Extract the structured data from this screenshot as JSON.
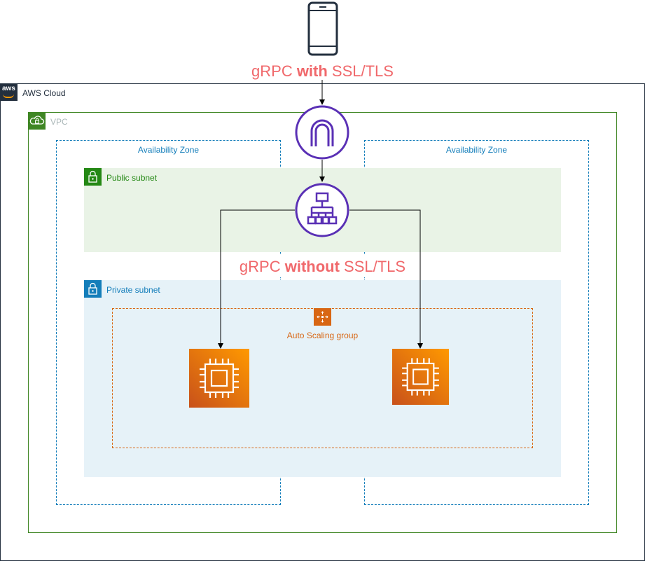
{
  "aws_cloud": {
    "label": "AWS Cloud",
    "logo_text": "aws"
  },
  "vpc": {
    "label": "VPC"
  },
  "availability_zones": [
    {
      "label": "Availability Zone"
    },
    {
      "label": "Availability Zone"
    }
  ],
  "public_subnet": {
    "label": "Public subnet"
  },
  "private_subnet": {
    "label": "Private subnet"
  },
  "auto_scaling_group": {
    "label": "Auto Scaling group"
  },
  "top_annotation": {
    "prefix": "gRPC ",
    "emph": "with",
    "suffix": " SSL/TLS"
  },
  "middle_annotation": {
    "prefix": "gRPC ",
    "emph": "without",
    "suffix": " SSL/TLS"
  },
  "icons": {
    "client": "mobile-phone-icon",
    "gateway": "internet-gateway-icon",
    "load_balancer": "elastic-load-balancer-icon",
    "instance_left": "ec2-instance-icon",
    "instance_right": "ec2-instance-icon",
    "asg": "auto-scaling-icon",
    "vpc": "vpc-cloud-lock-icon",
    "public_subnet": "subnet-lock-icon",
    "private_subnet": "subnet-lock-icon"
  },
  "colors": {
    "annotation": "#F0686B",
    "vpc_border": "#3F8624",
    "public_subnet_fill": "#E9F3E6",
    "public_subnet_text": "#248814",
    "private_subnet_fill": "#E6F2F8",
    "private_subnet_text": "#147EBA",
    "az_border": "#147EBA",
    "asg": "#D86613",
    "purple": "#5A30B5",
    "ec2_orange": "#E7701C"
  }
}
